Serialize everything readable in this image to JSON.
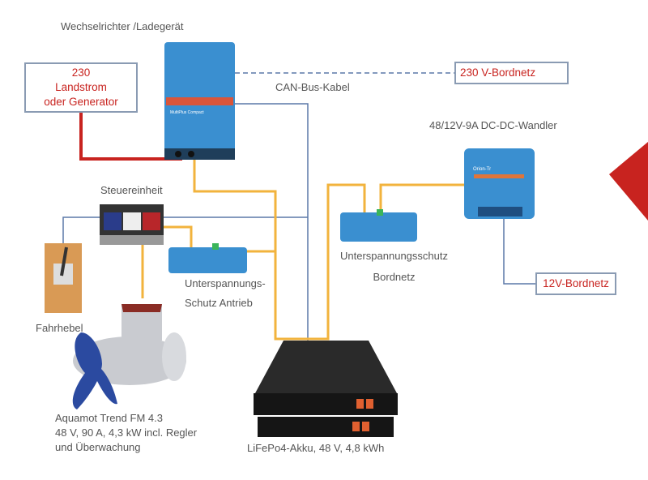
{
  "title": "Wechselrichter /Ladegerät",
  "boxes": {
    "shore": {
      "line1": "230",
      "line2": "Landstrom",
      "line3": "oder Generator"
    },
    "ac_net": "230 V-Bordnetz",
    "dc_net": "12V-Bordnetz"
  },
  "labels": {
    "canbus": "CAN-Bus-Kabel",
    "dcdc": "48/12V-9A DC-DC-Wandler",
    "control": "Steuereinheit",
    "throttle": "Fahrhebel",
    "protect_drive_1": "Unterspannungs-",
    "protect_drive_2": "Schutz Antrieb",
    "protect_net_1": "Unterspannungsschutz",
    "protect_net_2": "Bordnetz",
    "motor_1": "Aquamot Trend FM 4.3",
    "motor_2": "48 V, 90 A, 4,3 kW incl. Regler",
    "motor_3": "und Überwachung",
    "battery": "LiFePo4-Akku, 48 V, 4,8 kWh"
  },
  "device_text": {
    "inverter": "MultiPlus Compact",
    "dcdc": "Orion-Tr"
  },
  "colors": {
    "power": "#f2b33d",
    "ac": "#c8231f",
    "signal": "#5b78a8",
    "device": "#3a8fd0",
    "accent": "#c8231f"
  }
}
